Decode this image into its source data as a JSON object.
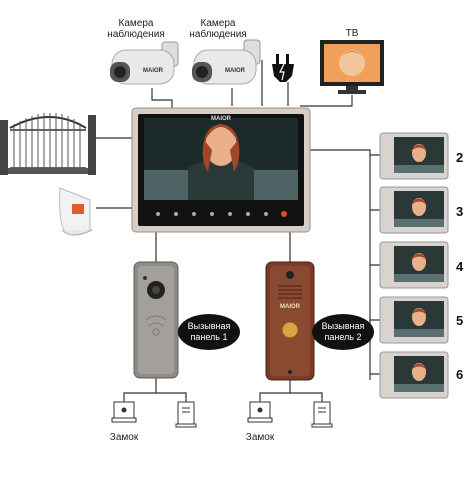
{
  "camera1": {
    "label": "Камера\nнаблюдения",
    "brand": "MAIOR"
  },
  "camera2": {
    "label": "Камера\nнаблюдения",
    "brand": "MAIOR"
  },
  "tv": {
    "label": "ТВ"
  },
  "main_monitor": {
    "brand": "MAIOR"
  },
  "panel1": {
    "label": "Вызывная\nпанель 1"
  },
  "panel2": {
    "label": "Вызывная\nпанель 2",
    "brand": "MAIOR"
  },
  "lock1": {
    "label": "Замок"
  },
  "lock2": {
    "label": "Замок"
  },
  "extra_monitors": [
    "2",
    "3",
    "4",
    "5",
    "6"
  ],
  "colors": {
    "wire": "#333333",
    "panel1": "#8f8c88",
    "panel2": "#7a3c28",
    "screen_bg": "#1c2a2a"
  }
}
